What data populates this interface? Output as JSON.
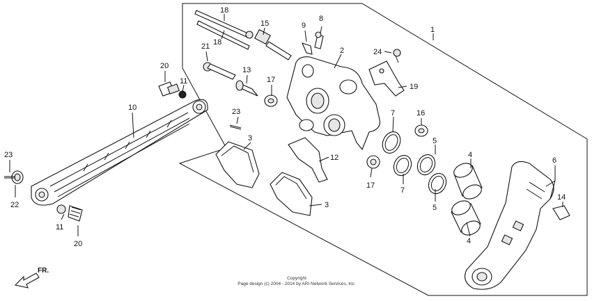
{
  "diagram": {
    "callouts": [
      {
        "id": "c1",
        "text": "1"
      },
      {
        "id": "c2",
        "text": "2"
      },
      {
        "id": "c3a",
        "text": "3"
      },
      {
        "id": "c3b",
        "text": "3"
      },
      {
        "id": "c4a",
        "text": "4"
      },
      {
        "id": "c4b",
        "text": "4"
      },
      {
        "id": "c5a",
        "text": "5"
      },
      {
        "id": "c5b",
        "text": "5"
      },
      {
        "id": "c6",
        "text": "6"
      },
      {
        "id": "c7a",
        "text": "7"
      },
      {
        "id": "c7b",
        "text": "7"
      },
      {
        "id": "c8",
        "text": "8"
      },
      {
        "id": "c9",
        "text": "9"
      },
      {
        "id": "c10",
        "text": "10"
      },
      {
        "id": "c11a",
        "text": "11"
      },
      {
        "id": "c11b",
        "text": "11"
      },
      {
        "id": "c12",
        "text": "12"
      },
      {
        "id": "c13",
        "text": "13"
      },
      {
        "id": "c14",
        "text": "14"
      },
      {
        "id": "c15",
        "text": "15"
      },
      {
        "id": "c16",
        "text": "16"
      },
      {
        "id": "c17a",
        "text": "17"
      },
      {
        "id": "c17b",
        "text": "17"
      },
      {
        "id": "c18a",
        "text": "18"
      },
      {
        "id": "c18b",
        "text": "18"
      },
      {
        "id": "c19",
        "text": "19"
      },
      {
        "id": "c20a",
        "text": "20"
      },
      {
        "id": "c20b",
        "text": "20"
      },
      {
        "id": "c21",
        "text": "21"
      },
      {
        "id": "c22",
        "text": "22"
      },
      {
        "id": "c23a",
        "text": "23"
      },
      {
        "id": "c23b",
        "text": "23"
      },
      {
        "id": "c24",
        "text": "24"
      }
    ],
    "direction_label": "FR.",
    "copyright": {
      "line1": "Copyright",
      "line2": "Page design (c) 2004 - 2014 by ARI Network Services, Inc."
    }
  }
}
